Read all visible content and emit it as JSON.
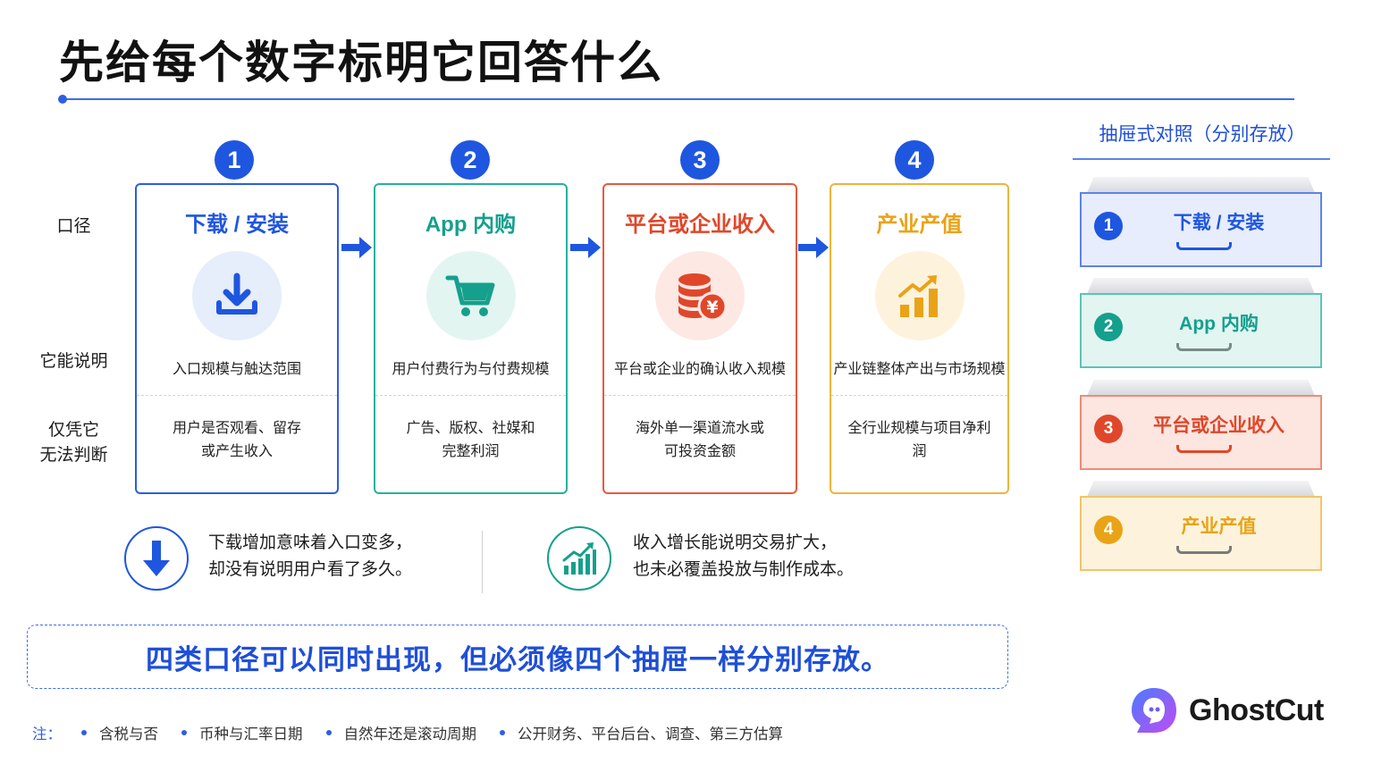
{
  "title": "先给每个数字标明它回答什么",
  "row_labels": {
    "caliber": "口径",
    "meaning": "它能说明",
    "limit_line1": "仅凭它",
    "limit_line2": "无法判断"
  },
  "cards": [
    {
      "num": "1",
      "title": "下载 / 安装",
      "icon": "download-icon",
      "color": "#1f56e0",
      "meaning": "入口规模与触达范围",
      "limit_line1": "用户是否观看、留存",
      "limit_line2": "或产生收入"
    },
    {
      "num": "2",
      "title": "App 内购",
      "icon": "cart-icon",
      "color": "#14a08c",
      "meaning": "用户付费行为与付费规模",
      "limit_line1": "广告、版权、社媒和",
      "limit_line2": "完整利润"
    },
    {
      "num": "3",
      "title": "平台或企业收入",
      "icon": "coin-stack-icon",
      "color": "#e0472a",
      "meaning": "平台或企业的确认收入规模",
      "limit_line1": "海外单一渠道流水或",
      "limit_line2": "可投资金额"
    },
    {
      "num": "4",
      "title": "产业产值",
      "icon": "growth-chart-icon",
      "color": "#e9a317",
      "meaning": "产业链整体产出与市场规模",
      "limit_line1": "全行业规模与项目净利润",
      "limit_line2": ""
    }
  ],
  "notes": [
    {
      "icon": "down-arrow-icon",
      "line1": "下载增加意味着入口变多，",
      "line2": "却没有说明用户看了多久。"
    },
    {
      "icon": "bar-chart-icon",
      "line1": "收入增长能说明交易扩大，",
      "line2": "也未必覆盖投放与制作成本。"
    }
  ],
  "banner": "四类口径可以同时出现，但必须像四个抽屉一样分别存放。",
  "footnote": {
    "label": "注：",
    "items": [
      "含税与否",
      "币种与汇率日期",
      "自然年还是滚动周期",
      "公开财务、平台后台、调查、第三方估算"
    ]
  },
  "drawers": {
    "title": "抽屉式对照（分别存放）",
    "items": [
      {
        "num": "1",
        "label": "下载 / 安装",
        "color": "#1f56e0"
      },
      {
        "num": "2",
        "label": "App 内购",
        "color": "#14a08c"
      },
      {
        "num": "3",
        "label": "平台或企业收入",
        "color": "#e0472a"
      },
      {
        "num": "4",
        "label": "产业产值",
        "color": "#e9a317"
      }
    ]
  },
  "logo": {
    "text": "GhostCut",
    "icon": "ghost-logo-icon"
  }
}
